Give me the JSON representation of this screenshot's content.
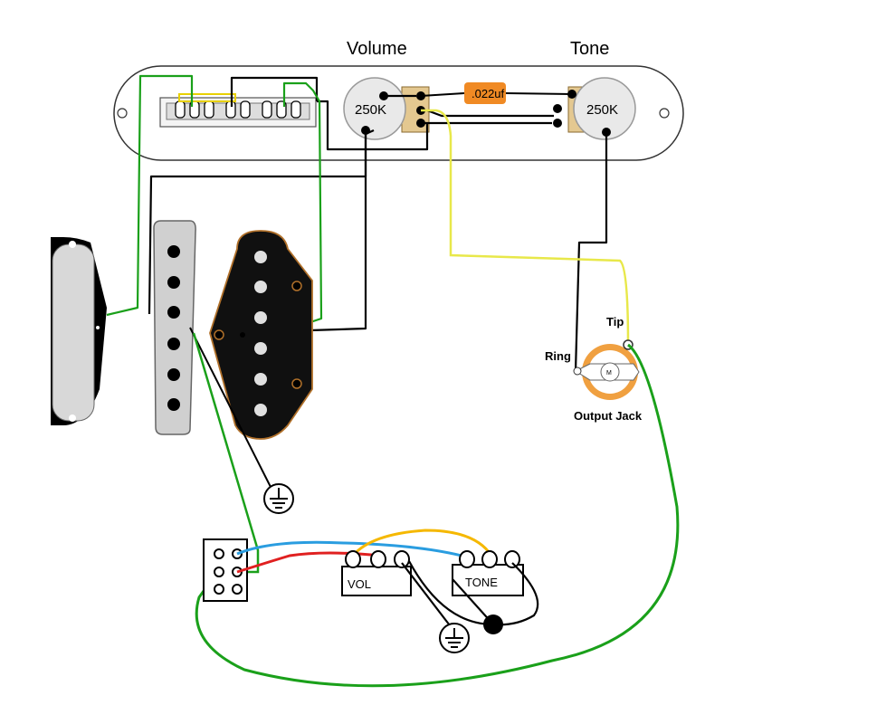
{
  "labels": {
    "volume": "Volume",
    "tone": "Tone",
    "volume_pot_value": "250K",
    "tone_pot_value": "250K",
    "capacitor": ".022uf",
    "tip": "Tip",
    "ring": "Ring",
    "output_jack": "Output Jack",
    "jack_center": "M",
    "vol_box": "VOL",
    "tone_box": "TONE"
  },
  "colors": {
    "ground_wire": "#000000",
    "green_wire": "#1aa01a",
    "yellow_wire": "#e8e84a",
    "capacitor": "#f08a24",
    "blue_wire": "#2a9de0",
    "red_wire": "#e02020",
    "orange_wire": "#f5b800",
    "pickup_copper": "#b0702a"
  }
}
